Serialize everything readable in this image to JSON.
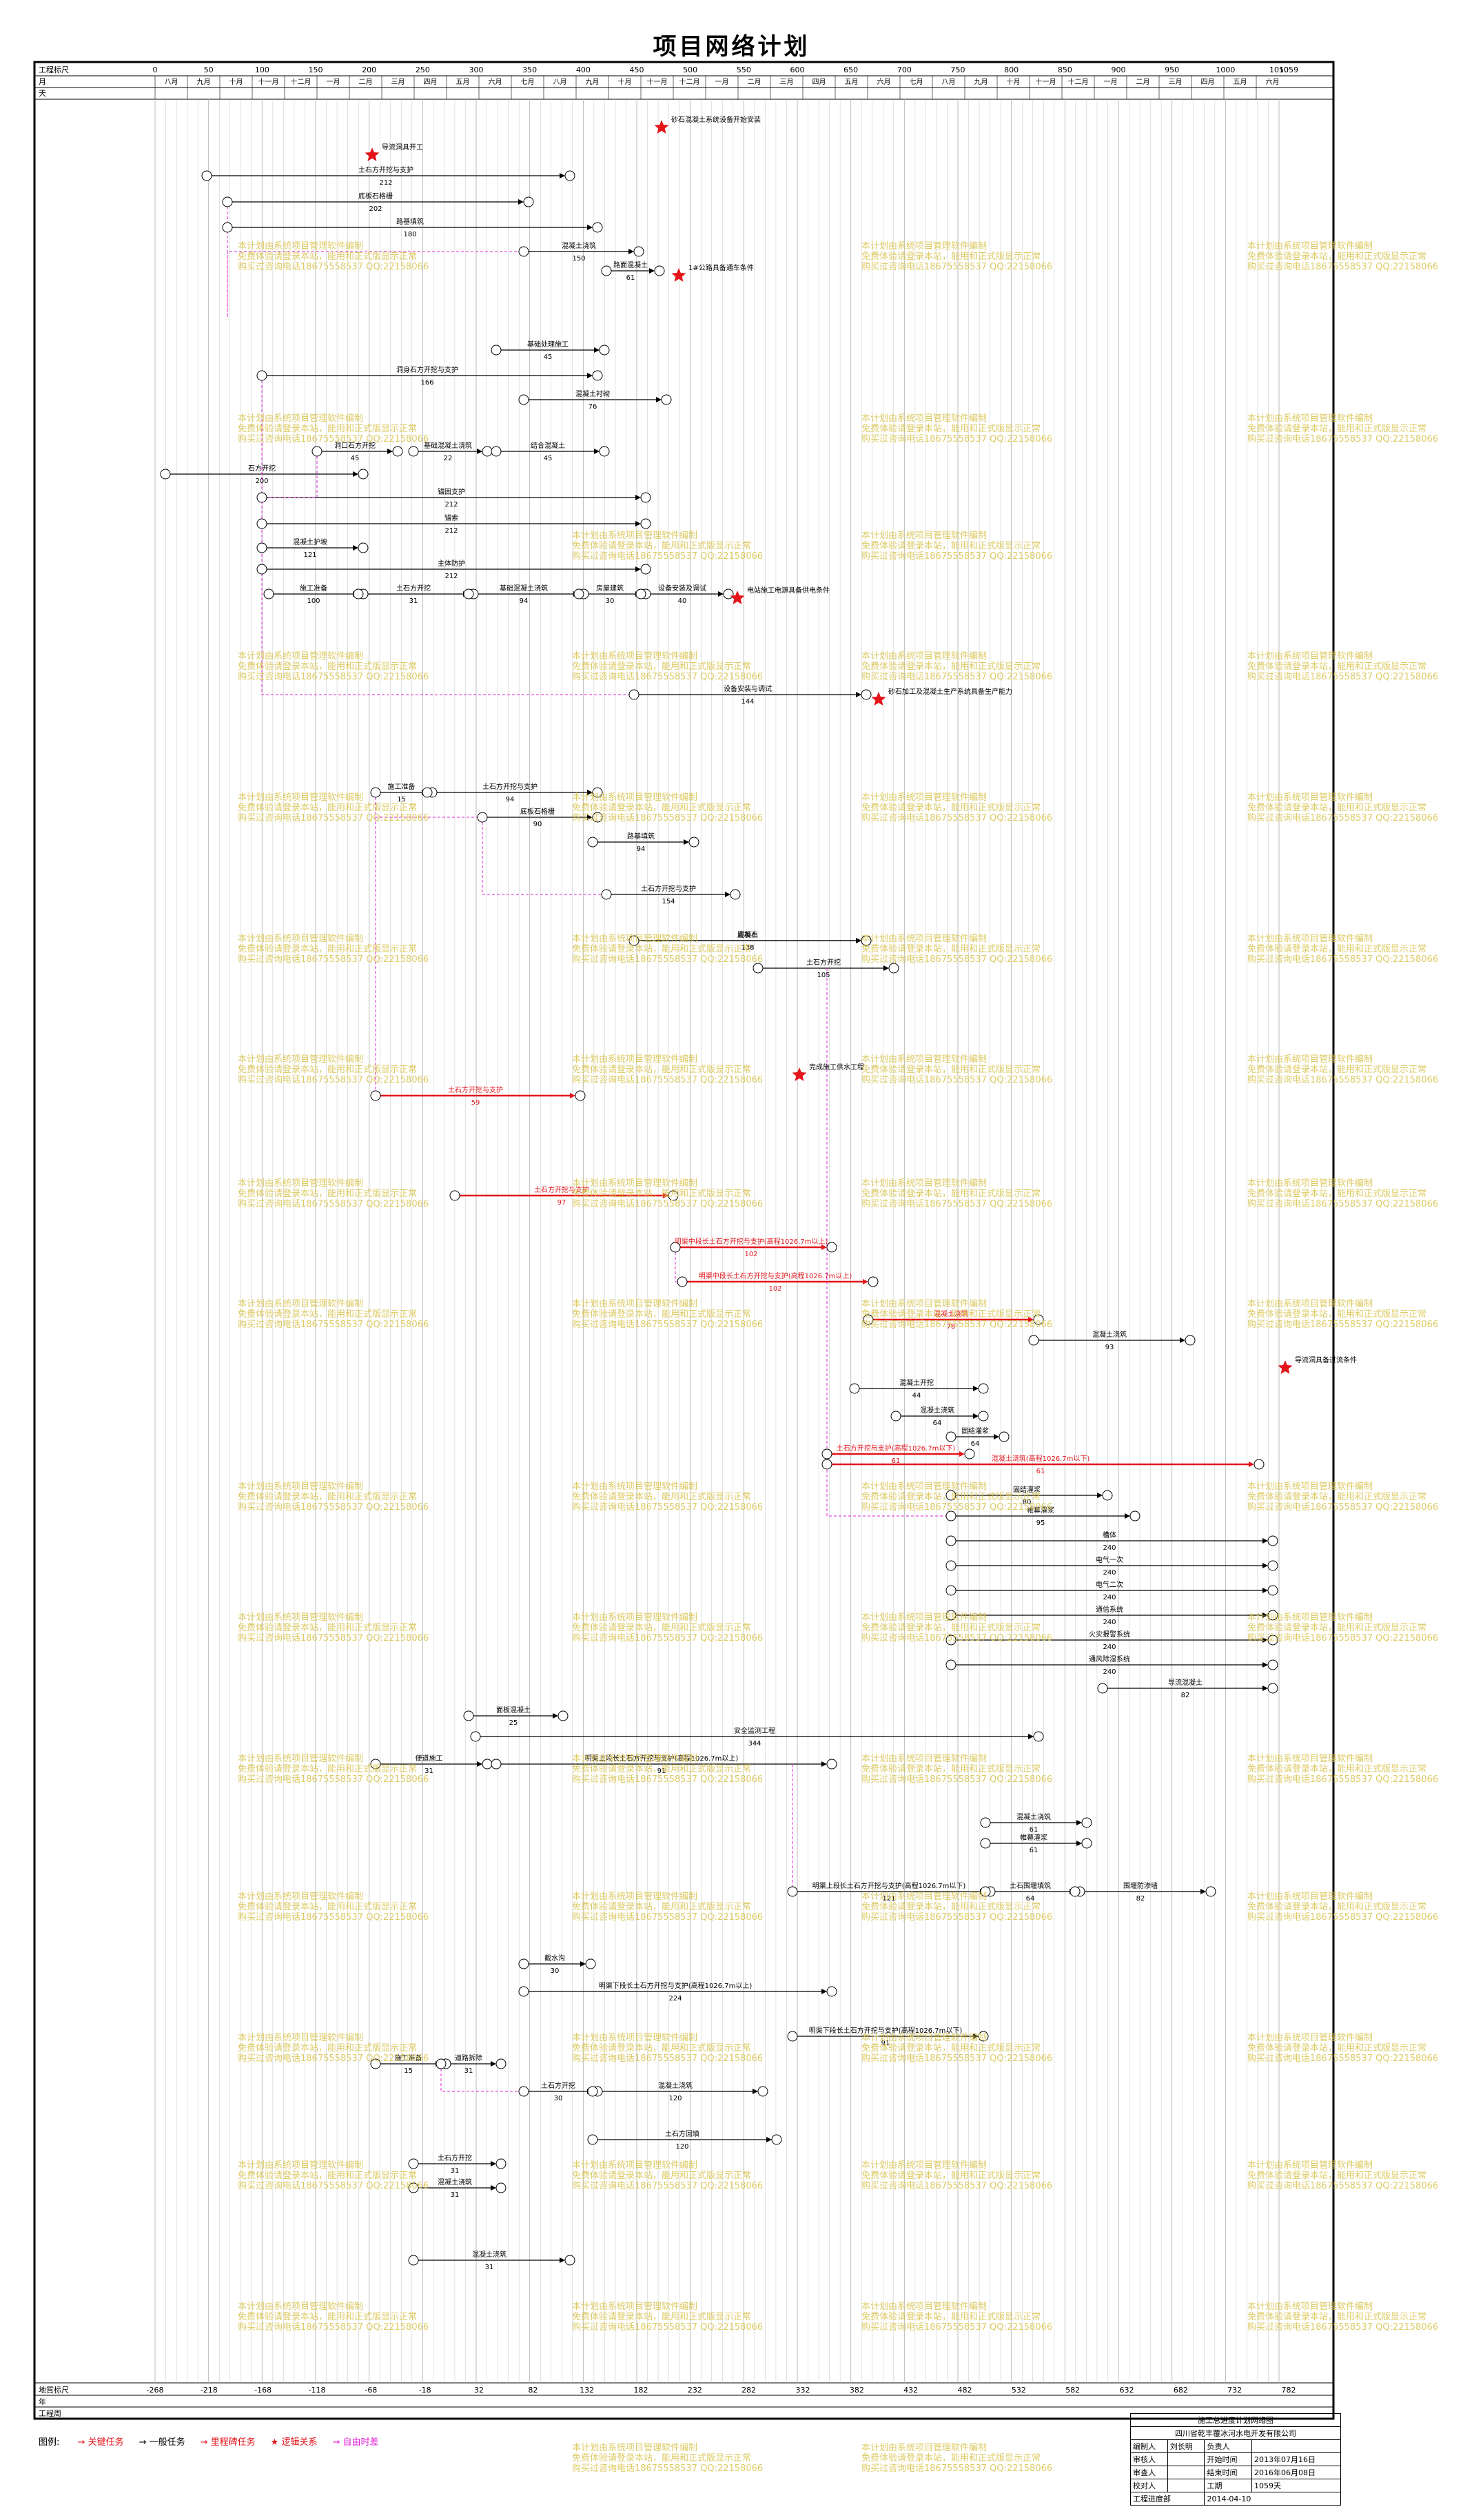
{
  "title": "项目网络计划",
  "scale": {
    "row_labels": [
      "工程标尺",
      "月",
      "天"
    ],
    "ticks": [
      "0",
      "50",
      "100",
      "150",
      "200",
      "250",
      "300",
      "350",
      "400",
      "450",
      "500",
      "550",
      "600",
      "650",
      "700",
      "750",
      "800",
      "850",
      "900",
      "950",
      "1000",
      "1050",
      "1059"
    ],
    "months": [
      "八月",
      "九月",
      "十月",
      "十一月",
      "十二月",
      "一月",
      "二月",
      "三月",
      "四月",
      "五月",
      "六月",
      "七月",
      "八月",
      "九月",
      "十月",
      "十一月",
      "十二月",
      "一月",
      "二月",
      "三月",
      "四月",
      "五月",
      "六月",
      "七月",
      "八月",
      "九月",
      "十月",
      "十一月",
      "十二月",
      "一月",
      "二月",
      "三月",
      "四月",
      "五月",
      "六月"
    ],
    "bottom_labels": [
      "地質标尺",
      "年",
      "工程周"
    ],
    "bottom_ticks": [
      "-268",
      "-218",
      "-168",
      "-118",
      "-68",
      "-18",
      "32",
      "82",
      "132",
      "182",
      "232",
      "282",
      "332",
      "382",
      "432",
      "482",
      "532",
      "582",
      "632",
      "682",
      "732",
      "782"
    ]
  },
  "colors": {
    "critical": "#e4141b",
    "normal": "#000000",
    "virtual": "#e020d8",
    "grid": "#b5b5b5",
    "watermark": "#d8c24a",
    "link": "#2aa82a"
  },
  "milestones": [
    {
      "label": "砂石混凝土系统设备开始安装"
    },
    {
      "label": "导流洞具开工"
    },
    {
      "label": "1#公路具备通车条件"
    },
    {
      "label": "电站施工电源具备供电条件"
    },
    {
      "label": "砂石加工及混凝土生产系统具备生产能力"
    },
    {
      "label": "完成施工供水工程"
    },
    {
      "label": "导流洞具备过流条件"
    }
  ],
  "tasks": [
    {
      "label": "土石方开挖与支护",
      "dur": "212"
    },
    {
      "label": "底板石格栅",
      "dur": "202"
    },
    {
      "label": "路基填筑",
      "dur": "180"
    },
    {
      "label": "混凝土浇筑",
      "dur": "150"
    },
    {
      "label": "路面混凝土",
      "dur": "61"
    },
    {
      "label": "基础处理施工",
      "dur": "45"
    },
    {
      "label": "洞身石方开挖与支护",
      "dur": "166"
    },
    {
      "label": "混凝土衬砌",
      "dur": "76"
    },
    {
      "label": "洞口石方开挖",
      "dur": "45"
    },
    {
      "label": "基础混凝土浇筑",
      "dur": "22"
    },
    {
      "label": "结合混凝土",
      "dur": "45"
    },
    {
      "label": "石方开挖",
      "dur": "200"
    },
    {
      "label": "锚固支护",
      "dur": "212"
    },
    {
      "label": "锚索",
      "dur": "212"
    },
    {
      "label": "混凝土护坡",
      "dur": "121"
    },
    {
      "label": "主体防护",
      "dur": "212"
    },
    {
      "label": "施工准备",
      "dur": "100"
    },
    {
      "label": "土石方开挖",
      "dur": "31"
    },
    {
      "label": "基础混凝土浇筑",
      "dur": "94"
    },
    {
      "label": "房屋建筑",
      "dur": "30"
    },
    {
      "label": "设备安装及调试",
      "dur": "40"
    },
    {
      "label": "设备安装与调试",
      "dur": "144"
    },
    {
      "label": "施工准备",
      "dur": "15"
    },
    {
      "label": "土石方开挖与支护",
      "dur": "94"
    },
    {
      "label": "底板石格栅",
      "dur": "90"
    },
    {
      "label": "路基填筑",
      "dur": "94"
    },
    {
      "label": "土石方开挖与支护",
      "dur": "154"
    },
    {
      "label": "底板石",
      "dur": "138"
    },
    {
      "label": "混凝土",
      "dur": "138"
    },
    {
      "label": "土石方开挖",
      "dur": "105"
    },
    {
      "label": "土石方开挖与支护",
      "dur": "59"
    },
    {
      "label": "土石方开挖与支护",
      "dur": "97"
    },
    {
      "label": "明渠中段长土石方开挖与支护(高程1026.7m以上)",
      "dur": "102"
    },
    {
      "label": "明渠中段长土石方开挖与支护(高程1026.7m以上)",
      "dur": "102"
    },
    {
      "label": "混凝土浇筑",
      "dur": "78"
    },
    {
      "label": "混凝土浇筑",
      "dur": "93"
    },
    {
      "label": "土石方开挖与支护(高程1026.7m以下)",
      "dur": "61"
    },
    {
      "label": "混凝土浇筑(高程1026.7m以下)",
      "dur": "61"
    },
    {
      "label": "混凝土开挖",
      "dur": "44"
    },
    {
      "label": "混凝土浇筑",
      "dur": "64"
    },
    {
      "label": "固结灌浆",
      "dur": "64"
    },
    {
      "label": "固结灌浆",
      "dur": "80"
    },
    {
      "label": "帷幕灌浆",
      "dur": "95"
    },
    {
      "label": "槽体",
      "dur": "240"
    },
    {
      "label": "电气一次",
      "dur": "240"
    },
    {
      "label": "电气二次",
      "dur": "240"
    },
    {
      "label": "通信系统",
      "dur": "240"
    },
    {
      "label": "火灾报警系统",
      "dur": "240"
    },
    {
      "label": "通风除湿系统",
      "dur": "240"
    },
    {
      "label": "导流混凝土",
      "dur": "82"
    },
    {
      "label": "面板混凝土",
      "dur": "25"
    },
    {
      "label": "安全监测工程",
      "dur": "344"
    },
    {
      "label": "便道施工",
      "dur": "31"
    },
    {
      "label": "明渠上段长土石方开挖与支护(高程1026.7m以上)",
      "dur": "91"
    },
    {
      "label": "明渠上段长土石方开挖与支护(高程1026.7m以下)",
      "dur": "121"
    },
    {
      "label": "混凝土浇筑",
      "dur": "61"
    },
    {
      "label": "帷幕灌浆",
      "dur": "61"
    },
    {
      "label": "土石围堰填筑",
      "dur": "64"
    },
    {
      "label": "围堰防渗墙",
      "dur": "82"
    },
    {
      "label": "截水沟",
      "dur": "30"
    },
    {
      "label": "明渠下段长土石方开挖与支护(高程1026.7m以上)",
      "dur": "224"
    },
    {
      "label": "明渠下段长土石方开挖与支护(高程1026.7m以下)",
      "dur": "91"
    },
    {
      "label": "施工准备",
      "dur": "15"
    },
    {
      "label": "道路拆除",
      "dur": "31"
    },
    {
      "label": "土石方开挖",
      "dur": "30"
    },
    {
      "label": "混凝土浇筑",
      "dur": "120"
    },
    {
      "label": "土石方回填",
      "dur": "120"
    },
    {
      "label": "土石方开挖",
      "dur": "31"
    },
    {
      "label": "混凝土浇筑",
      "dur": "31"
    },
    {
      "label": "混凝土浇筑",
      "dur": "31"
    }
  ],
  "legend": {
    "prefix": "图例:",
    "items": [
      "关键任务",
      "一般任务",
      "里程碑任务",
      "逻辑关系",
      "自由时差"
    ]
  },
  "info": {
    "company": "施工总进度计划网络图",
    "org": "四川省乾丰覆冰河水电开发有限公司",
    "rows": [
      [
        "编制人",
        "刘长明",
        "负责人",
        ""
      ],
      [
        "审核人",
        "",
        "开始时间",
        "2013年07月16日"
      ],
      [
        "审查人",
        "",
        "结束时间",
        "2016年06月08日"
      ],
      [
        "校对人",
        "",
        "工期",
        "1059天"
      ]
    ],
    "footer": "工程进度部",
    "date": "2014-04-10"
  },
  "watermark": {
    "lines": [
      "本计划由系统项目管理软件编制",
      "免费体验请登录本站，能用和正式版显示正常",
      "购买过咨询电话18675558537 QQ:22158066"
    ]
  }
}
